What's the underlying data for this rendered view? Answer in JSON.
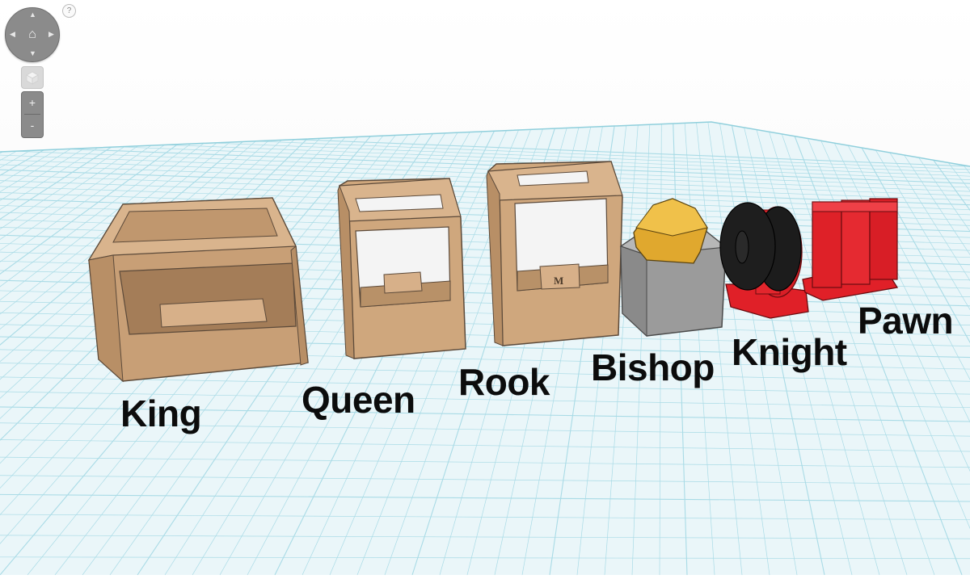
{
  "labels": {
    "king": "King",
    "queen": "Queen",
    "rook": "Rook",
    "bishop": "Bishop",
    "knight": "Knight",
    "pawn": "Pawn"
  },
  "controls": {
    "help": "?",
    "home_icon": "home-icon",
    "zoom_in": "+",
    "zoom_out": "-"
  },
  "colors": {
    "tan": "#cda57c",
    "tan_dark": "#b78e64",
    "gray_block": "#9a9a9a",
    "gold": "#e0a82e",
    "red": "#e02028",
    "black_wheel": "#1c1c1c",
    "grid_line": "#a9dbe6",
    "grid_bg": "#eaf6f9"
  }
}
